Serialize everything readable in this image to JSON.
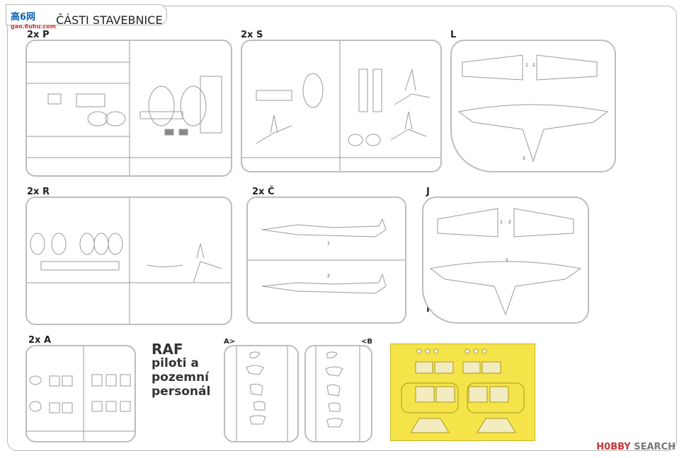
{
  "header": {
    "title": "ČÁSTI STAVEBNICE",
    "logo_text": "高6网",
    "logo_sub": "gao.6uhu.com"
  },
  "labels": {
    "p": "2x P",
    "s": "2x S",
    "l": "L",
    "r": "2x R",
    "c": "2x Č",
    "j": "J",
    "k": "K",
    "a": "2x A",
    "a_right": "A>",
    "b_left": "<B"
  },
  "raf": {
    "line1": "RAF",
    "line2": "piloti a",
    "line3": "pozemní",
    "line4": "personál"
  },
  "watermark": {
    "brand": "H0BBY",
    "search": "SEARCH"
  },
  "parts": {
    "l": [
      "1",
      "2",
      "3"
    ],
    "j": [
      "1",
      "2",
      "5"
    ],
    "c": [
      "1",
      "2"
    ]
  },
  "colors": {
    "sprue_outline": "#bdbdbd",
    "mask_yellow": "#f5e34a",
    "header_blue": "#0d63b8"
  }
}
